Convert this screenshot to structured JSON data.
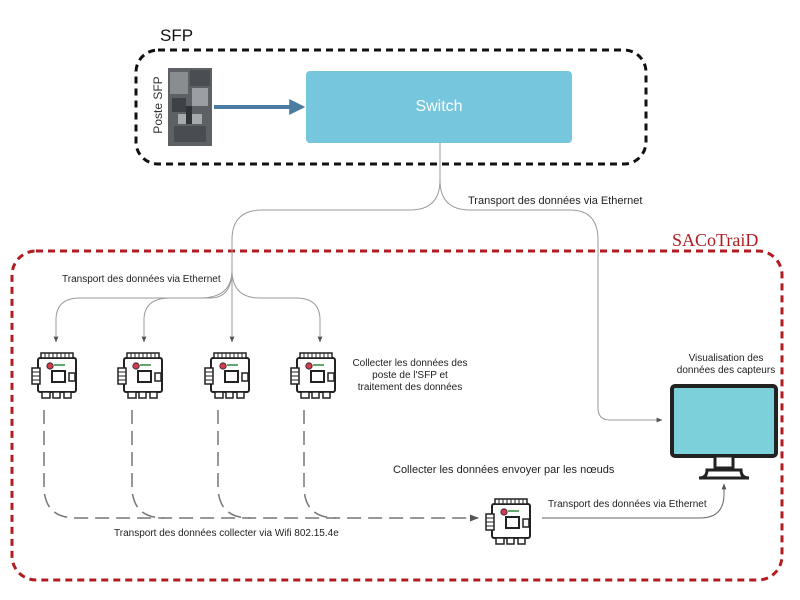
{
  "sfp": {
    "title": "SFP",
    "station_label": "Poste SFP",
    "switch_label": "Switch"
  },
  "sacotraid": {
    "title": "SACoTraiD"
  },
  "labels": {
    "eth_top": "Transport des données via Ethernet",
    "eth_left": "Transport des données via Ethernet",
    "collect_nodes": "Collecter les données des poste de l'SFP et traitement des données",
    "visualisation": "Visualisation des données des capteurs",
    "collect_sink": "Collecter les données envoyer par les nœuds",
    "eth_bottom": "Transport des données via Ethernet",
    "wifi": "Transport des données collecter via Wifi 802.15.4e"
  },
  "colors": {
    "switch_fill": "#76c6de",
    "arrow_blue": "#4a7da1",
    "sacotraid_red": "#b01c20",
    "monitor_screen": "#7cd0da",
    "line_gray": "#9a9a9a"
  },
  "icons": {
    "node": "raspberry-pi-board-icon",
    "monitor": "monitor-icon",
    "station": "workstation-photo"
  }
}
